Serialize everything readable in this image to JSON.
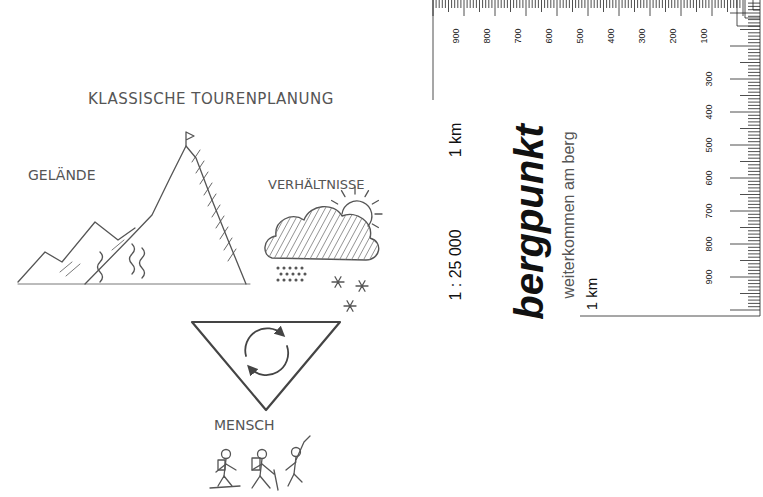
{
  "diagram": {
    "title": "KLASSISCHE TOURENPLANUNG",
    "labels": [
      "GELÄNDE",
      "VERHÄLTNISSE",
      "MENSCH",
      "1 km",
      "1 : 25 000",
      "bergpunkt",
      "weiterkommen am berg",
      "1 km",
      "900",
      "800",
      "700",
      "600",
      "500",
      "400",
      "300",
      "200",
      "100",
      "300",
      "400",
      "500",
      "600",
      "700",
      "800",
      "900"
    ]
  }
}
